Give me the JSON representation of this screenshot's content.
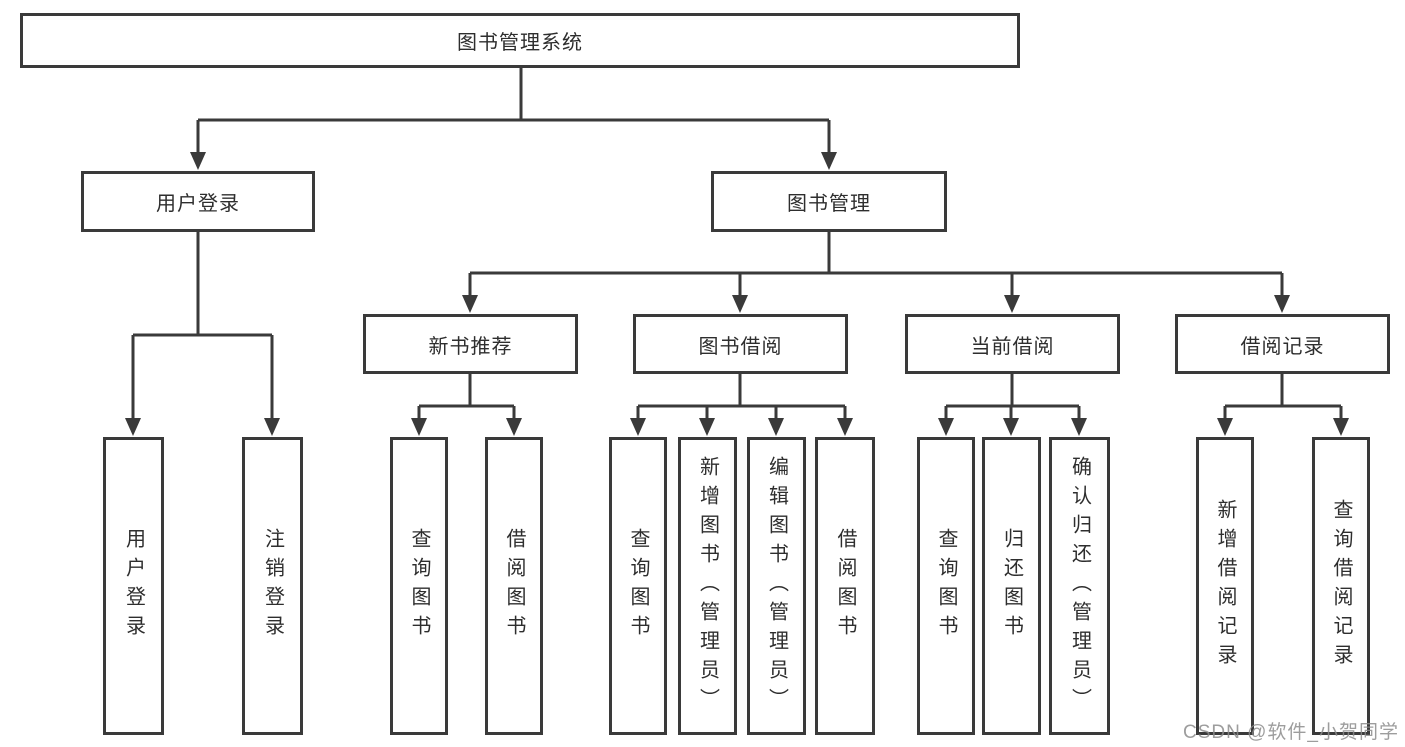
{
  "tree": {
    "root": {
      "label": "图书管理系统"
    },
    "user_login": {
      "label": "用户登录",
      "children": [
        {
          "label": "用户登录"
        },
        {
          "label": "注销登录"
        }
      ]
    },
    "book_management": {
      "label": "图书管理",
      "children": [
        {
          "label": "新书推荐",
          "children": [
            {
              "label": "查询图书"
            },
            {
              "label": "借阅图书"
            }
          ]
        },
        {
          "label": "图书借阅",
          "children": [
            {
              "label": "查询图书"
            },
            {
              "label": "新增图书（管理员）"
            },
            {
              "label": "编辑图书（管理员）"
            },
            {
              "label": "借阅图书"
            }
          ]
        },
        {
          "label": "当前借阅",
          "children": [
            {
              "label": "查询图书"
            },
            {
              "label": "归还图书"
            },
            {
              "label": "确认归还（管理员）"
            }
          ]
        },
        {
          "label": "借阅记录",
          "children": [
            {
              "label": "新增借阅记录"
            },
            {
              "label": "查询借阅记录"
            }
          ]
        }
      ]
    }
  },
  "watermark": "CSDN @软件_小贺同学",
  "colors": {
    "line": "#3a3a3a",
    "box_border": "#3a3a3a",
    "text": "#2e2e2e",
    "watermark": "#8c8c8c",
    "background": "#ffffff"
  }
}
